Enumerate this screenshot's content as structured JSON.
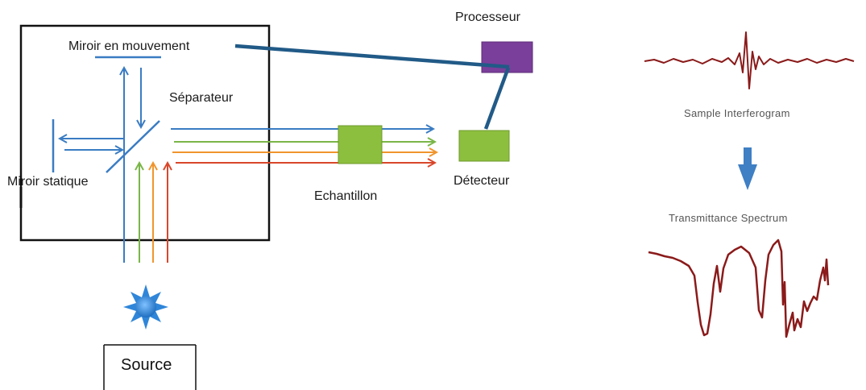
{
  "labels": {
    "moving_mirror": "Miroir en mouvement",
    "separator": "Séparateur",
    "static_mirror": "Miroir statique",
    "sample": "Echantillon",
    "detector": "Détecteur",
    "processor": "Processeur",
    "source": "Source",
    "interferogram": "Sample Interferogram",
    "spectrum": "Transmittance Spectrum"
  },
  "colors": {
    "blue": "#3a7cc3",
    "green": "#7ab648",
    "orange": "#f0952e",
    "red": "#d9472b",
    "sample_box": "#8dbf3e",
    "processor_box": "#7a3f9a",
    "cable": "#215a87",
    "down_arrow": "#3f7fc4",
    "trace": "#8b1a1a",
    "source_star": "#2f86d9"
  },
  "icons": {
    "source": "star-burst-icon",
    "down_arrow": "arrow-down-icon"
  }
}
